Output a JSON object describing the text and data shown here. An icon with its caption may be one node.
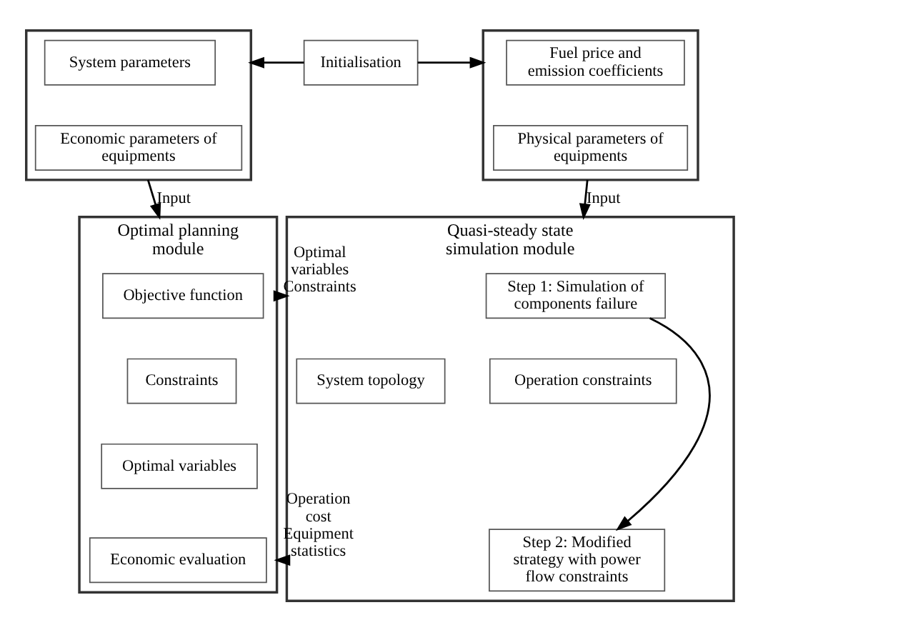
{
  "diagram": {
    "nodes": [
      {
        "text": [],
        "shape": "box"
      },
      {
        "text": [
          "System parameters"
        ],
        "in": 0
      },
      {
        "text": [
          "Economic parameters of equipments"
        ],
        "in": 0
      },
      {
        "text": [
          "Initialisation"
        ]
      },
      {
        "text": [],
        "shape": "box"
      },
      {
        "text": [
          "Fuel price and emission coefficients"
        ],
        "in": 4
      },
      {
        "text": [
          "Physical parameters of equipments"
        ],
        "in": 4
      },
      {
        "text": [
          "Optimal planning module"
        ]
      },
      {
        "text": [
          "Objective function"
        ],
        "in": 7
      },
      {
        "text": [
          "Constraints"
        ],
        "in": 7
      },
      {
        "text": [
          "Optimal variables"
        ],
        "in": 7
      },
      {
        "text": [
          "Economic evaluation"
        ],
        "in": 7
      },
      {
        "text": [
          "Quasi-steady state simulation module"
        ]
      },
      {
        "text": [
          "Step 1: Simulation of components failure"
        ],
        "in": 12
      },
      {
        "text": [
          "System topology"
        ],
        "in": 12
      },
      {
        "text": [
          "Operation constraints"
        ],
        "in": 12
      },
      {
        "text": [
          "Step 2: Modified strategy with power flow constraints"
        ],
        "in": 12
      }
    ],
    "edges": [
      {
        "from": 3,
        "to": 0,
        "arrow": "to"
      },
      {
        "from": 3,
        "to": 4,
        "arrow": "to"
      },
      {
        "from": 0,
        "to": 7,
        "arrow": "to",
        "label": "Input"
      },
      {
        "from": 4,
        "to": 12,
        "arrow": "to",
        "label": "Input"
      },
      {
        "from": 7,
        "to": 12,
        "arrow": "to",
        "label": "Optimal variables Constraints"
      },
      {
        "from": 13,
        "to": 16,
        "arrow": "to"
      },
      {
        "from": 12,
        "to": 7,
        "arrow": "to",
        "label": "Operation cost Equipment statistics"
      }
    ]
  }
}
